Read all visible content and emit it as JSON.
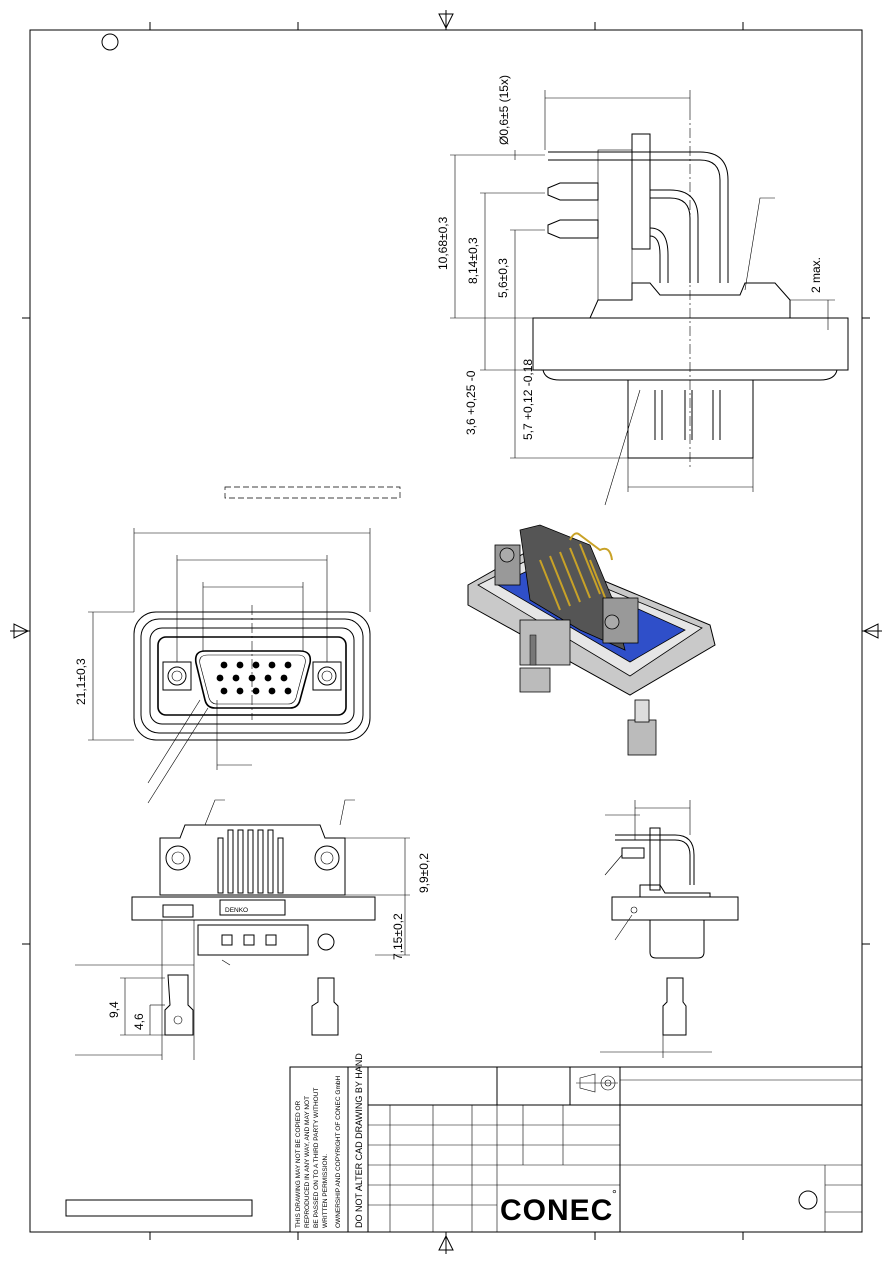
{
  "dimensions": {
    "pin_diameter": "Ø0,6±5 (15x)",
    "height_total": "10,68±0,3",
    "height_mid": "8,14±0,3",
    "height_low": "5,6±0,3",
    "flange_gap": "2 max.",
    "depth_a": "3,6 +0,25 -0",
    "depth_b": "5,7 +0,12 -0,18",
    "width_front": "21,1±0,3",
    "height_side": "9,9±0,2",
    "height_base": "7,15±0,2",
    "screw_len": "9,4",
    "screw_head": "4,6"
  },
  "title_block": {
    "copyright_lines": [
      "THIS DRAWING MAY NOT BE COPIED OR",
      "REPRODUCED IN ANY WAY, AND MAY NOT",
      "BE PASSED ON TO A THIRD PARTY WITHOUT",
      "WRITTEN PERMISSION.",
      "OWNERSHIP AND COPYRIGHT OF CONEC GmbH"
    ],
    "cad_notice": "DO NOT ALTER CAD DRAWING BY HAND",
    "logo": "CONEC",
    "logo_mark": "°"
  },
  "markings": {
    "housing_logo": "DENKO"
  },
  "colors": {
    "insert_blue": "#2f4fc9",
    "housing_grey": "#c8c8c8",
    "pin_gold": "#c9a227"
  }
}
